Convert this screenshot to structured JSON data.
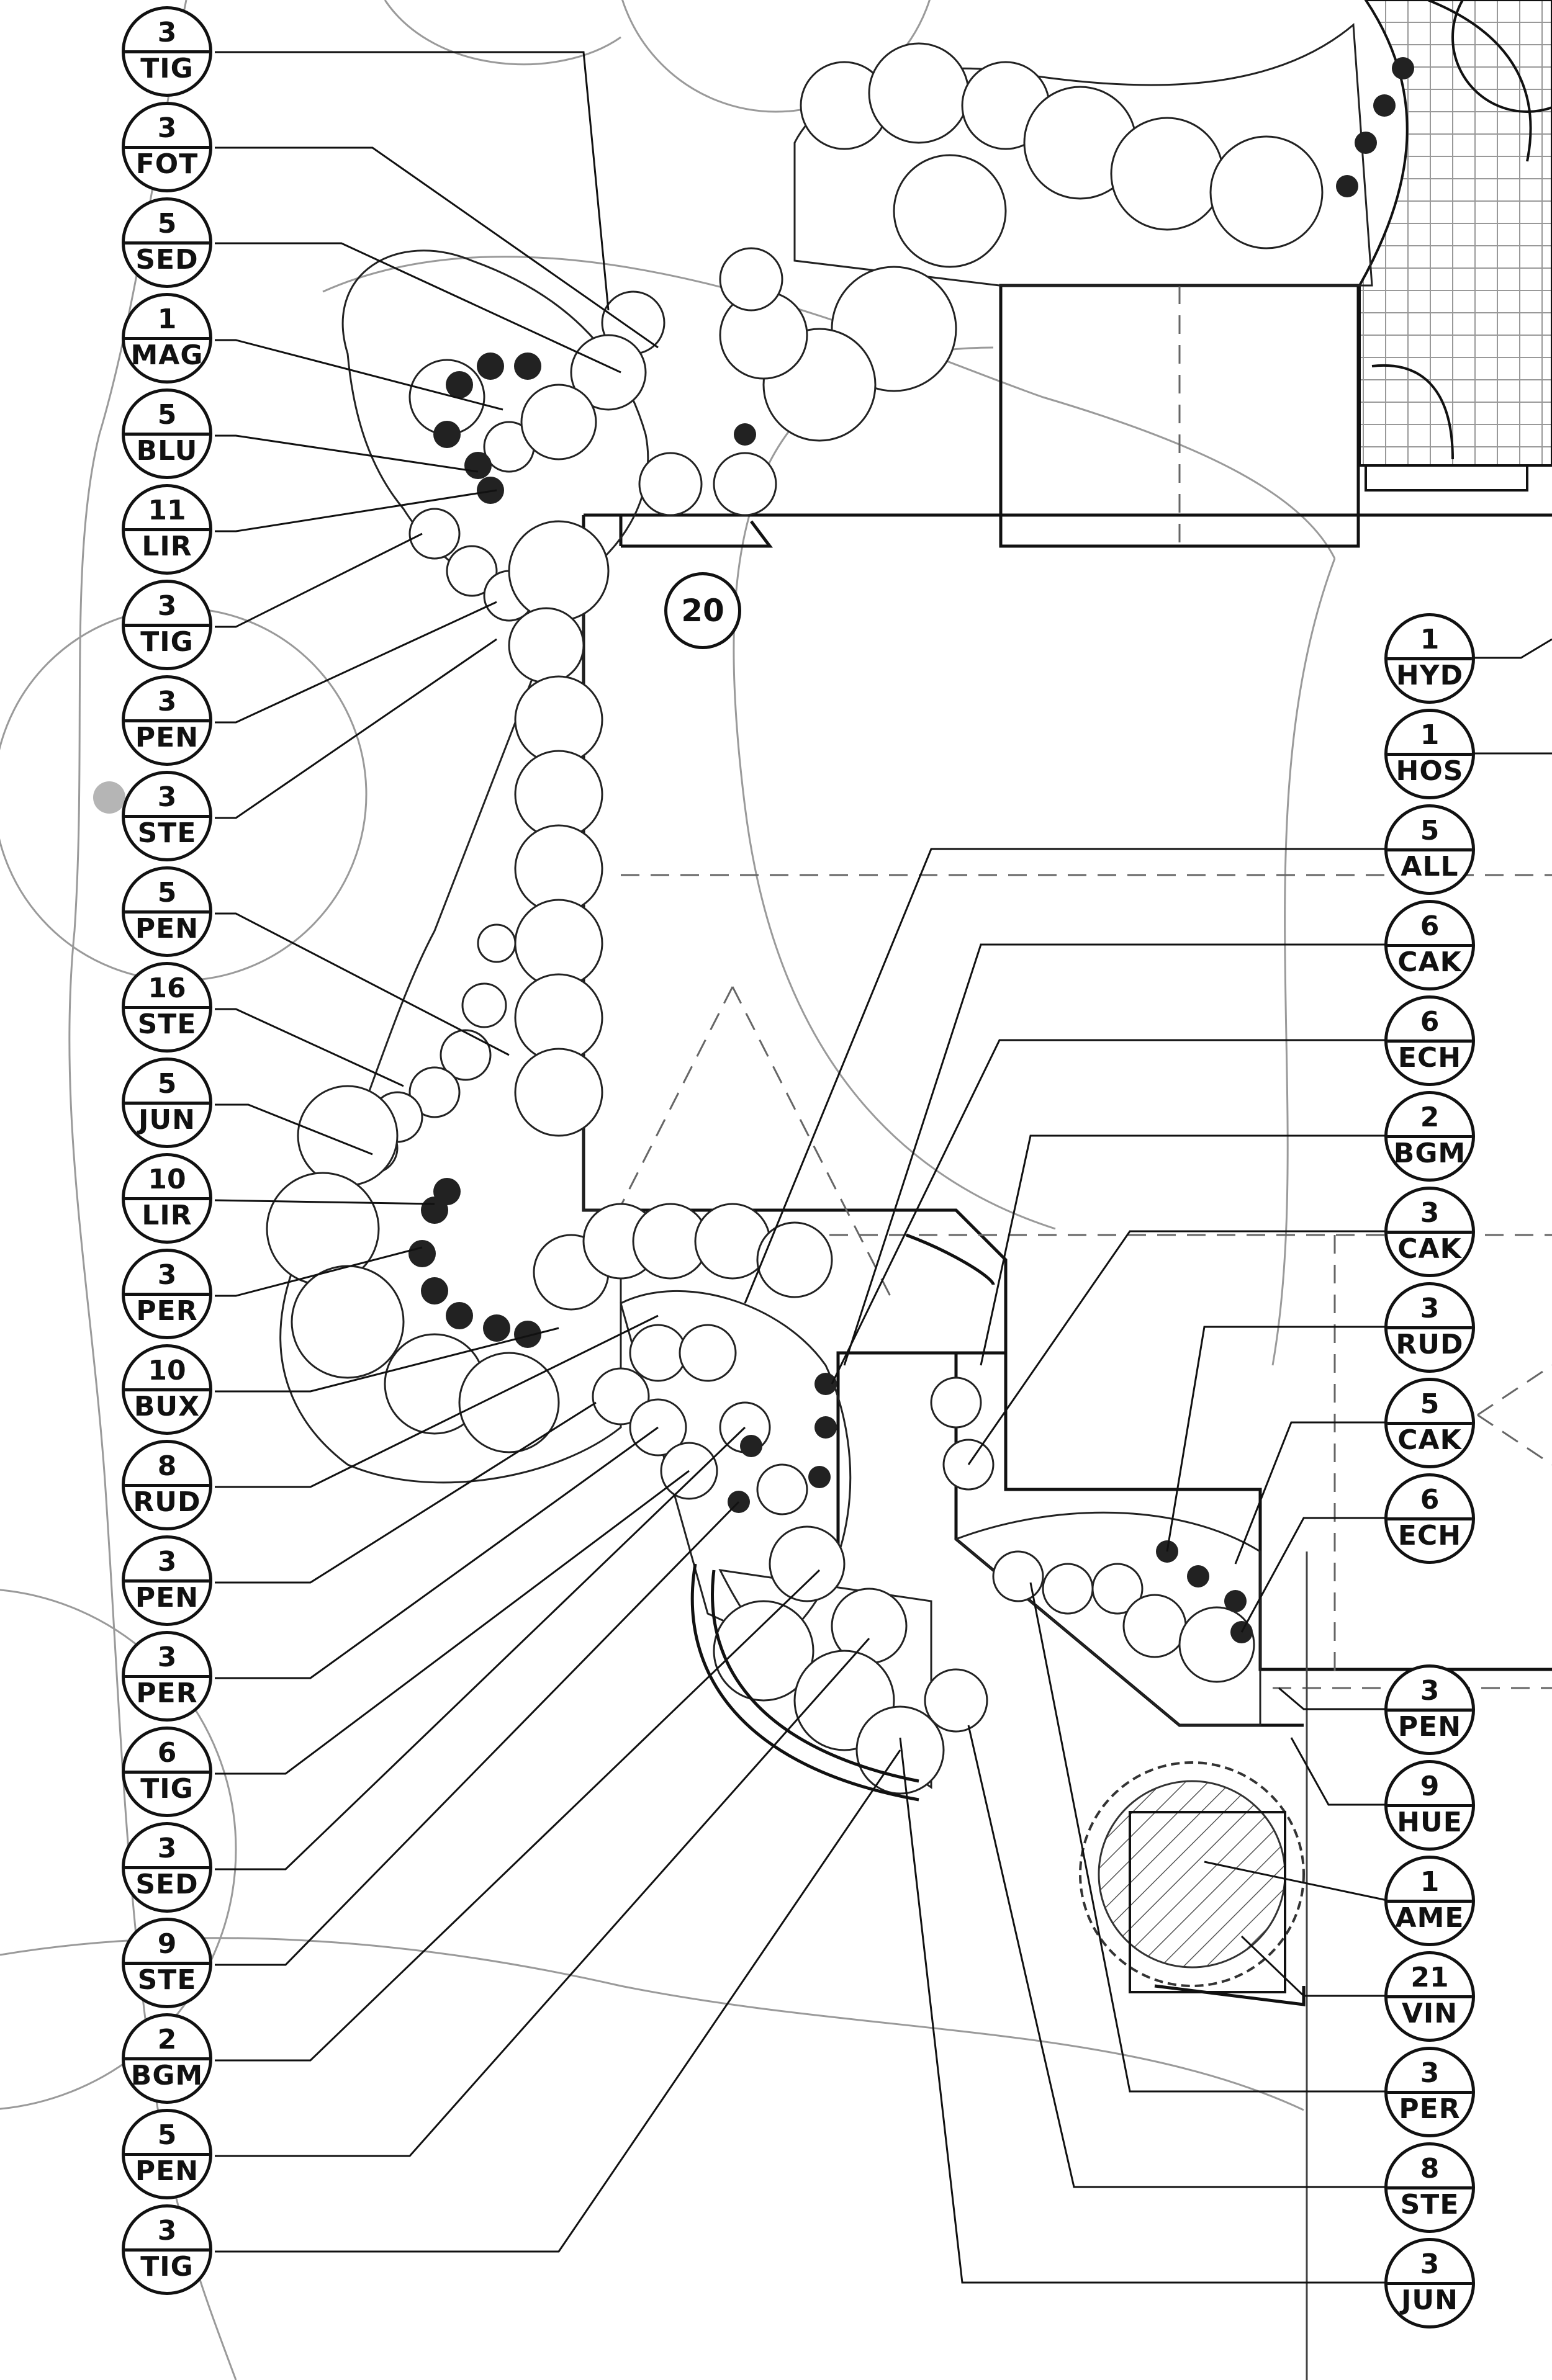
{
  "plan": {
    "left_tags": [
      {
        "qty": "3",
        "code": "TIG"
      },
      {
        "qty": "3",
        "code": "FOT"
      },
      {
        "qty": "5",
        "code": "SED"
      },
      {
        "qty": "1",
        "code": "MAG"
      },
      {
        "qty": "5",
        "code": "BLU"
      },
      {
        "qty": "11",
        "code": "LIR"
      },
      {
        "qty": "3",
        "code": "TIG"
      },
      {
        "qty": "3",
        "code": "PEN"
      },
      {
        "qty": "3",
        "code": "STE"
      },
      {
        "qty": "5",
        "code": "PEN"
      },
      {
        "qty": "16",
        "code": "STE"
      },
      {
        "qty": "5",
        "code": "JUN"
      },
      {
        "qty": "10",
        "code": "LIR"
      },
      {
        "qty": "3",
        "code": "PER"
      },
      {
        "qty": "10",
        "code": "BUX"
      },
      {
        "qty": "8",
        "code": "RUD"
      },
      {
        "qty": "3",
        "code": "PEN"
      },
      {
        "qty": "3",
        "code": "PER"
      },
      {
        "qty": "6",
        "code": "TIG"
      },
      {
        "qty": "3",
        "code": "SED"
      },
      {
        "qty": "9",
        "code": "STE"
      },
      {
        "qty": "2",
        "code": "BGM"
      },
      {
        "qty": "5",
        "code": "PEN"
      },
      {
        "qty": "3",
        "code": "TIG"
      }
    ],
    "right_tags": [
      {
        "qty": "1",
        "code": "HYD"
      },
      {
        "qty": "1",
        "code": "HOS"
      },
      {
        "qty": "5",
        "code": "ALL"
      },
      {
        "qty": "6",
        "code": "CAK"
      },
      {
        "qty": "6",
        "code": "ECH"
      },
      {
        "qty": "2",
        "code": "BGM"
      },
      {
        "qty": "3",
        "code": "CAK"
      },
      {
        "qty": "3",
        "code": "RUD"
      },
      {
        "qty": "5",
        "code": "CAK"
      },
      {
        "qty": "6",
        "code": "ECH"
      },
      {
        "qty": "3",
        "code": "PEN"
      },
      {
        "qty": "9",
        "code": "HUE"
      },
      {
        "qty": "1",
        "code": "AME"
      },
      {
        "qty": "21",
        "code": "VIN"
      },
      {
        "qty": "3",
        "code": "PER"
      },
      {
        "qty": "8",
        "code": "STE"
      },
      {
        "qty": "3",
        "code": "JUN"
      }
    ],
    "area_number": "20",
    "colors": {
      "ink": "#111111",
      "contour": "#9a9a9a",
      "paper": "#ffffff",
      "marker": "#b5b5b5"
    }
  }
}
